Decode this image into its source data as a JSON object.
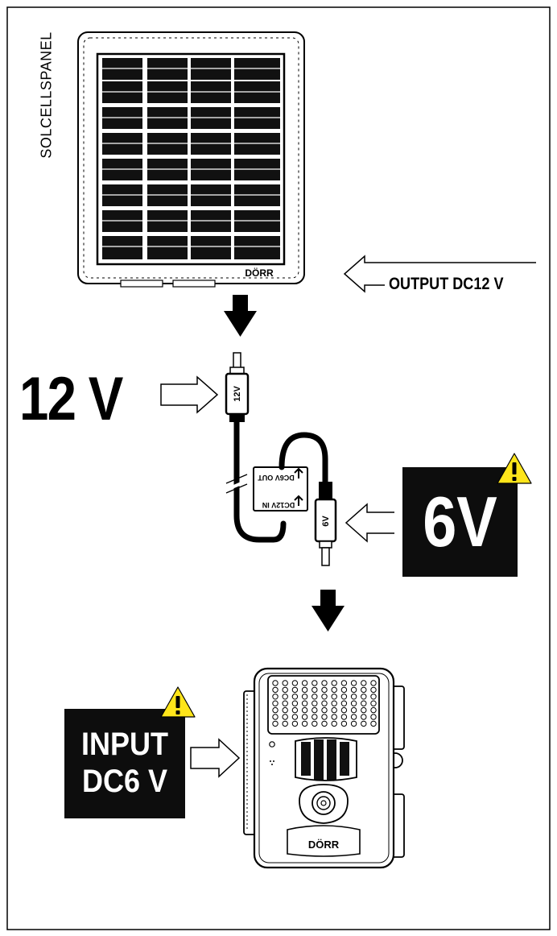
{
  "solar_panel": {
    "label": "SOLCELLSPANEL",
    "brand": "DÖRR"
  },
  "output": {
    "label": "OUTPUT DC12 V"
  },
  "input_12v": {
    "label": "12 V",
    "plug_text": "12V"
  },
  "converter": {
    "out_text": "DC6V OUT",
    "in_text": "DC12V  IN"
  },
  "output_6v": {
    "label": "6V",
    "plug_text": "6V"
  },
  "camera": {
    "brand": "DÖRR"
  },
  "camera_input": {
    "line1": "INPUT",
    "line2": "DC6 V"
  },
  "colors": {
    "warning_yellow": "#ffe51a",
    "ink": "#000000",
    "box_fill": "#0d0d0d",
    "panel_cell": "#111111"
  }
}
